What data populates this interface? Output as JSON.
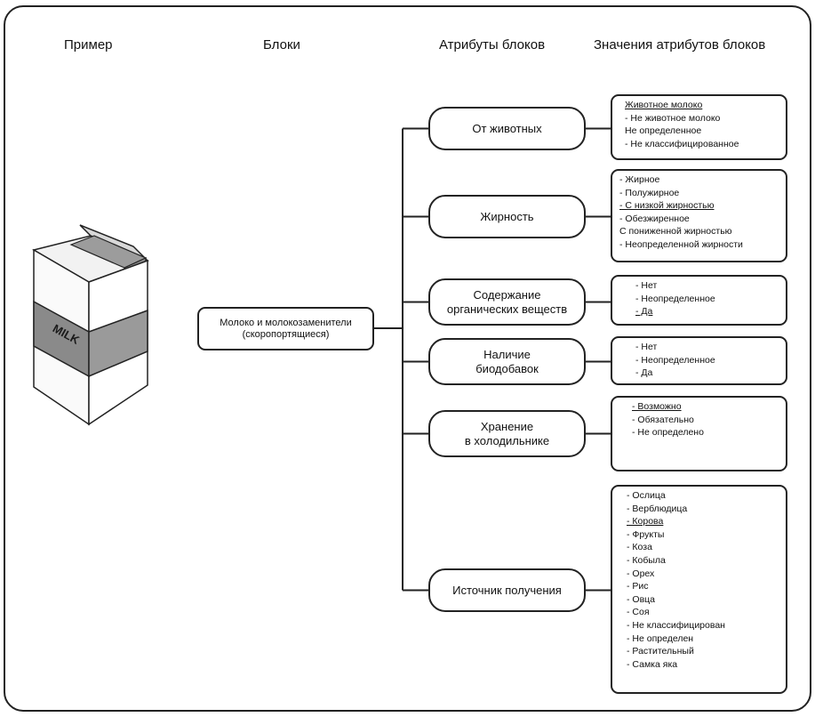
{
  "headers": {
    "example": "Пример",
    "blocks": "Блоки",
    "attributes": "Атрибуты блоков",
    "values": "Значения атрибутов блоков"
  },
  "illustration": {
    "carton_label": "MILK"
  },
  "root_block": {
    "line1": "Молоко и молокозаменители",
    "line2": "(скоропортящиеся)"
  },
  "attributes": [
    {
      "id": "origin",
      "label_lines": [
        "От животных"
      ],
      "values": [
        "Животное молоко",
        "- Не животное молоко",
        "Не определенное",
        "- Не классифицированное"
      ],
      "selected": [
        0
      ]
    },
    {
      "id": "fat",
      "label_lines": [
        "Жирность"
      ],
      "values": [
        "- Жирное",
        "- Полужирное",
        "- С низкой жирностью",
        "- Обезжиренное",
        "С пониженной жирностью",
        "- Неопределенной жирности"
      ],
      "selected": [
        2
      ]
    },
    {
      "id": "organic",
      "label_lines": [
        "Содержание",
        "органических веществ"
      ],
      "values": [
        "- Нет",
        "- Неопределенное",
        "- Да"
      ],
      "selected": [
        2
      ]
    },
    {
      "id": "additives",
      "label_lines": [
        "Наличие",
        "биодобавок"
      ],
      "values": [
        "- Нет",
        "- Неопределенное",
        "- Да"
      ],
      "selected": []
    },
    {
      "id": "storage",
      "label_lines": [
        "Хранение",
        "в холодильнике"
      ],
      "values": [
        "- Возможно",
        "- Обязательно",
        "- Не определено"
      ],
      "selected": [
        0
      ]
    },
    {
      "id": "source",
      "label_lines": [
        "Источник получения"
      ],
      "values": [
        "- Ослица",
        "- Верблюдица",
        "- Корова",
        "- Фрукты",
        "- Коза",
        "- Кобыла",
        "- Орех",
        "- Рис",
        "- Овца",
        "- Соя",
        "- Не классифицирован",
        "- Не определен",
        "- Растительный",
        "- Самка яка"
      ],
      "selected": [
        2
      ]
    }
  ]
}
